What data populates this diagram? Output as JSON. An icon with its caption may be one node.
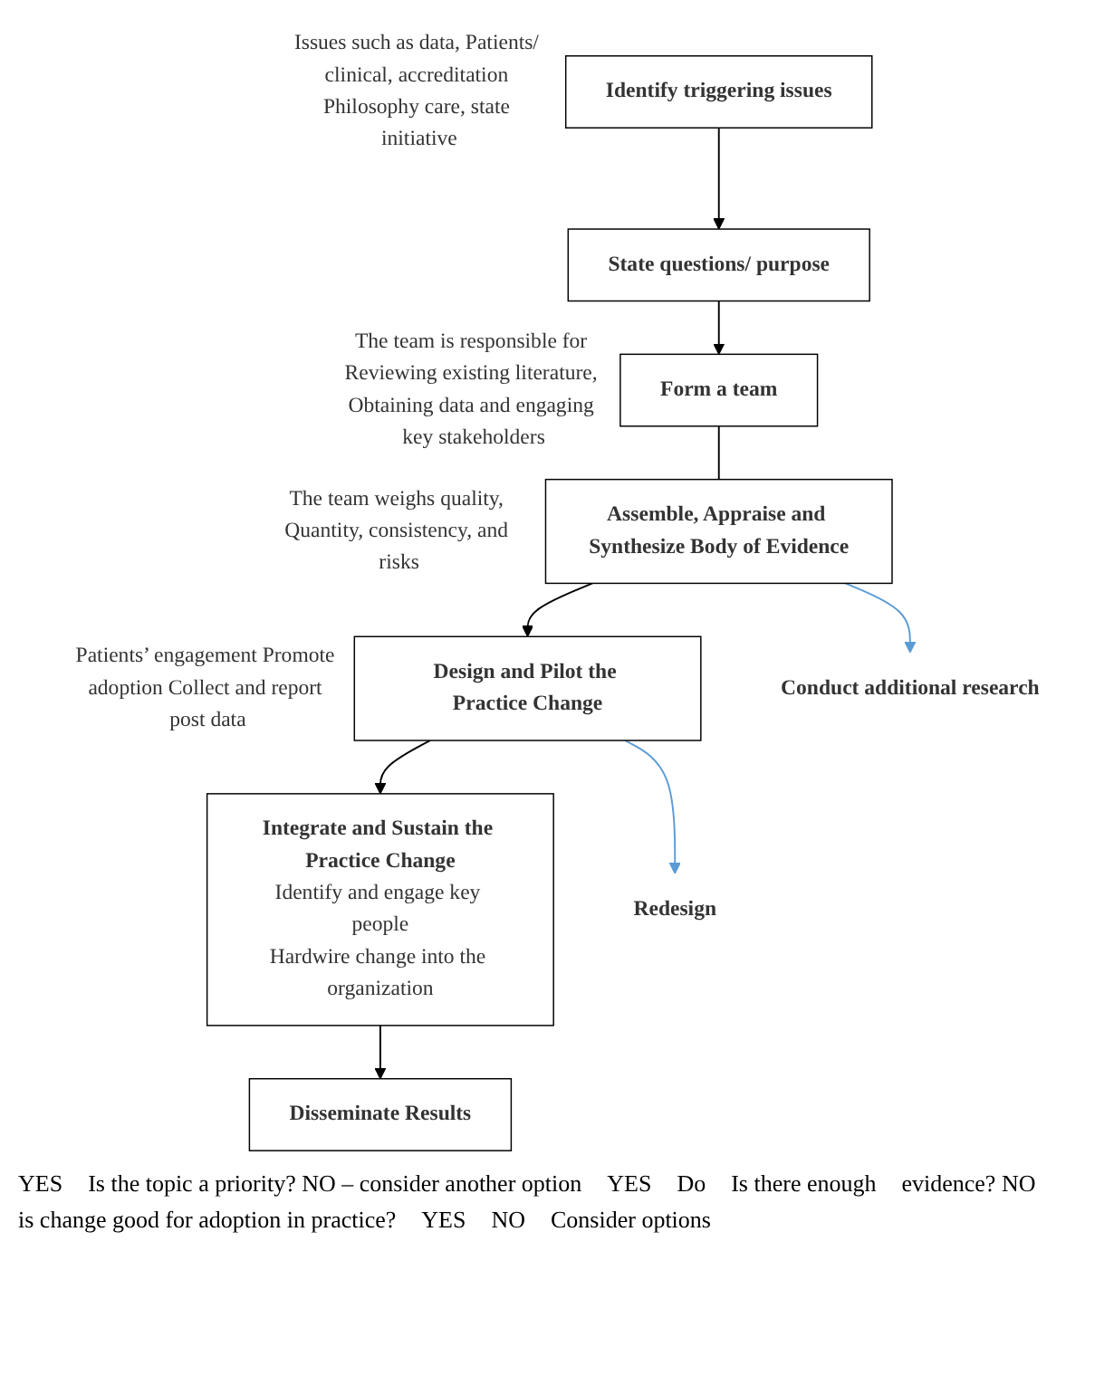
{
  "diagram": {
    "nodes": [
      {
        "text": [
          "Identify triggering issues"
        ],
        "beside": [
          "Issues such as data, Patients/ clinical, accreditation Philosophy care, state initiative"
        ]
      },
      {
        "text": [
          "State questions/ purpose"
        ]
      },
      {
        "text": [
          "Form a team"
        ],
        "beside": [
          "The team is responsible for Reviewing existing literature, Obtaining data and engaging key stakeholders"
        ]
      },
      {
        "text": [
          "Assemble, Appraise and Synthesize Body of Evidence"
        ],
        "beside": [
          "The team weighs quality, Quantity, consistency, and risks"
        ]
      },
      {
        "text": [
          "Design and Pilot the Practice Change"
        ],
        "beside": [
          "Patients’ engagement Promote adoption Collect and report post data"
        ]
      },
      {
        "text": [
          "Integrate and Sustain the Practice Change",
          "Identify and engage key people",
          "Hardwire change into the organization"
        ]
      },
      {
        "text": [
          "Disseminate Results"
        ]
      },
      {
        "text": [
          "Conduct additional research"
        ]
      },
      {
        "text": [
          "Redesign"
        ]
      }
    ],
    "edges": [
      {
        "from": 0,
        "to": 1,
        "arrow": "to"
      },
      {
        "from": 1,
        "to": 2,
        "arrow": "to"
      },
      {
        "from": 2,
        "to": 3,
        "arrow": "none"
      },
      {
        "from": 3,
        "to": 4,
        "arrow": "to"
      },
      {
        "from": 4,
        "to": 5,
        "arrow": "to"
      },
      {
        "from": 5,
        "to": 6,
        "arrow": "to"
      },
      {
        "from": 3,
        "to": 7,
        "arrow": "to",
        "color": "#5b9bd5"
      },
      {
        "from": 4,
        "to": 8,
        "arrow": "to",
        "color": "#5b9bd5"
      }
    ],
    "labels": [
      "YES",
      "Is the topic a priority? NO – consider another option",
      "YES",
      "Do",
      "Is there enough",
      "evidence? NO",
      "is change good for adoption in practice?",
      "YES",
      "NO",
      "Consider options"
    ]
  }
}
